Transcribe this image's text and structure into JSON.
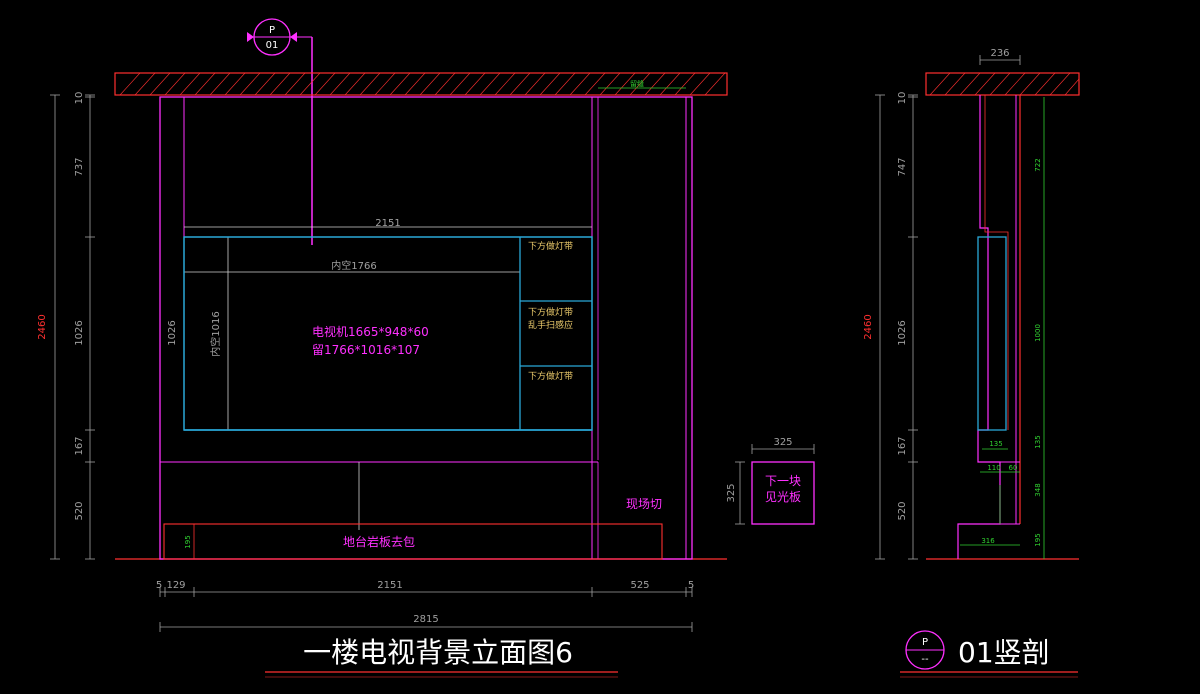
{
  "colors": {
    "background": "#000000",
    "wall": "#ff3030",
    "cabinet": "#ff30ff",
    "frame": "#2aa8d8",
    "dimension": "#a0a0a0",
    "note_yellow": "#e8c86a",
    "note_green": "#30d030",
    "title": "#ffffff"
  },
  "section_symbol": {
    "top": "P",
    "bottom": "01"
  },
  "elevation": {
    "title": "一楼电视背景立面图6",
    "total_height": "2460",
    "vertical_dims": [
      "10",
      "737",
      "1026",
      "167",
      "520"
    ],
    "top_width": "2151",
    "inner_width": "内空1766",
    "inner_height_left": "1026",
    "inner_height": "内空1016",
    "tv_label_1": "电视机1665*948*60",
    "tv_label_2": "留1766*1016*107",
    "shelf_note_1": "下方做灯带",
    "shelf_note_2a": "下方做灯带",
    "shelf_note_2b": "乱手扫感应",
    "shelf_note_3": "下方做灯带",
    "base_note": "地台岩板去包",
    "base_height": "195",
    "ceiling_note": "留缝",
    "site_cut": "现场切",
    "bottom_dims": [
      "5",
      "129",
      "2151",
      "525",
      "5"
    ],
    "overall_width": "2815"
  },
  "light_panel": {
    "width": "325",
    "height": "325",
    "label_1": "下一块",
    "label_2": "见光板"
  },
  "section": {
    "title": "01竖剖",
    "symbol_top": "P",
    "symbol_bottom": "--",
    "top_dim": "236",
    "total_height": "2460",
    "vertical_dims": [
      "10",
      "747",
      "1026",
      "167",
      "520"
    ],
    "green_dims": [
      "722",
      "1000",
      "135",
      "348",
      "195"
    ],
    "green_small": [
      "135",
      "110",
      "60",
      "316"
    ]
  }
}
